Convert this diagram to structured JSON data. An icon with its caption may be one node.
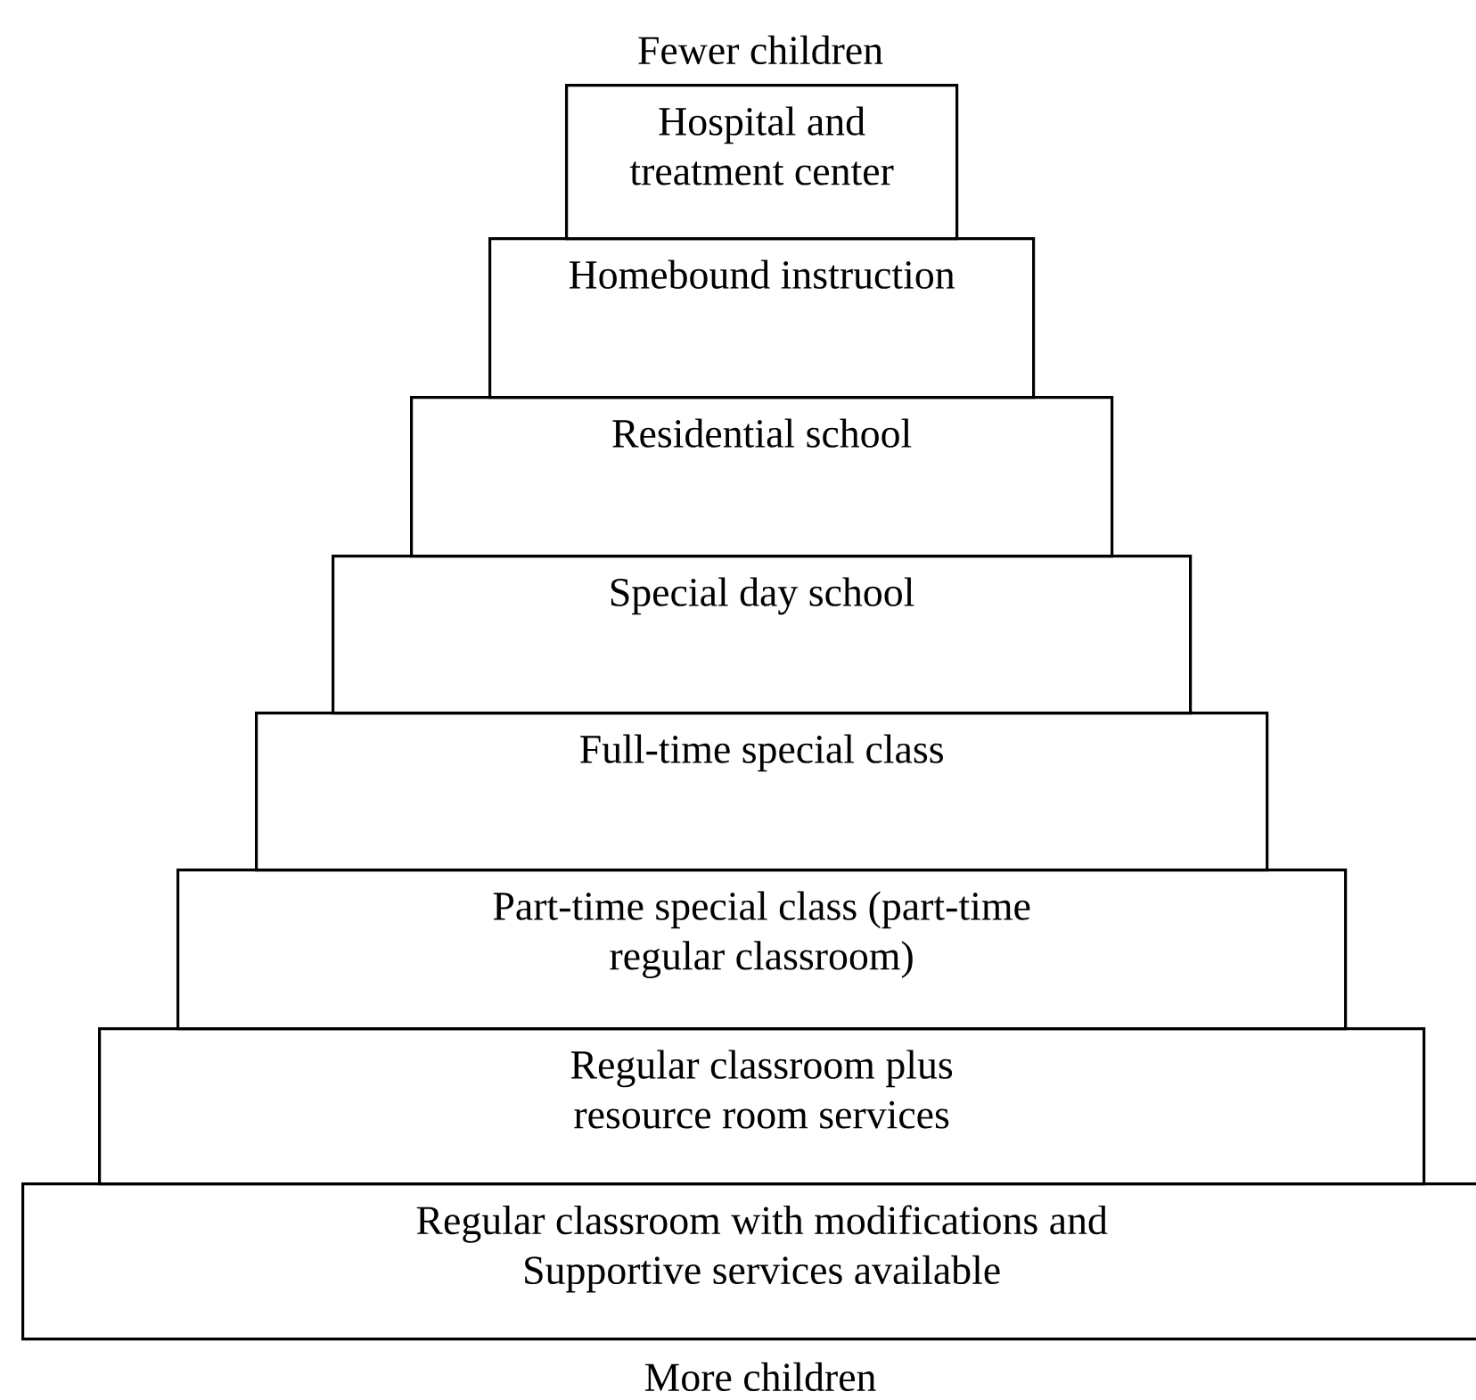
{
  "diagram": {
    "nodes": [
      {
        "text": [
          "Hospital and treatment center"
        ]
      },
      {
        "text": [
          "Homebound instruction"
        ]
      },
      {
        "text": [
          "Residential school"
        ]
      },
      {
        "text": [
          "Special day school"
        ]
      },
      {
        "text": [
          "Full-time special class"
        ]
      },
      {
        "text": [
          "Part-time special class (part-time regular classroom)"
        ]
      },
      {
        "text": [
          "Regular classroom plus resource room services"
        ]
      },
      {
        "text": [
          "Regular classroom with modifications and Supportive services available"
        ]
      }
    ],
    "labels": [
      "Fewer children",
      "More children"
    ]
  }
}
